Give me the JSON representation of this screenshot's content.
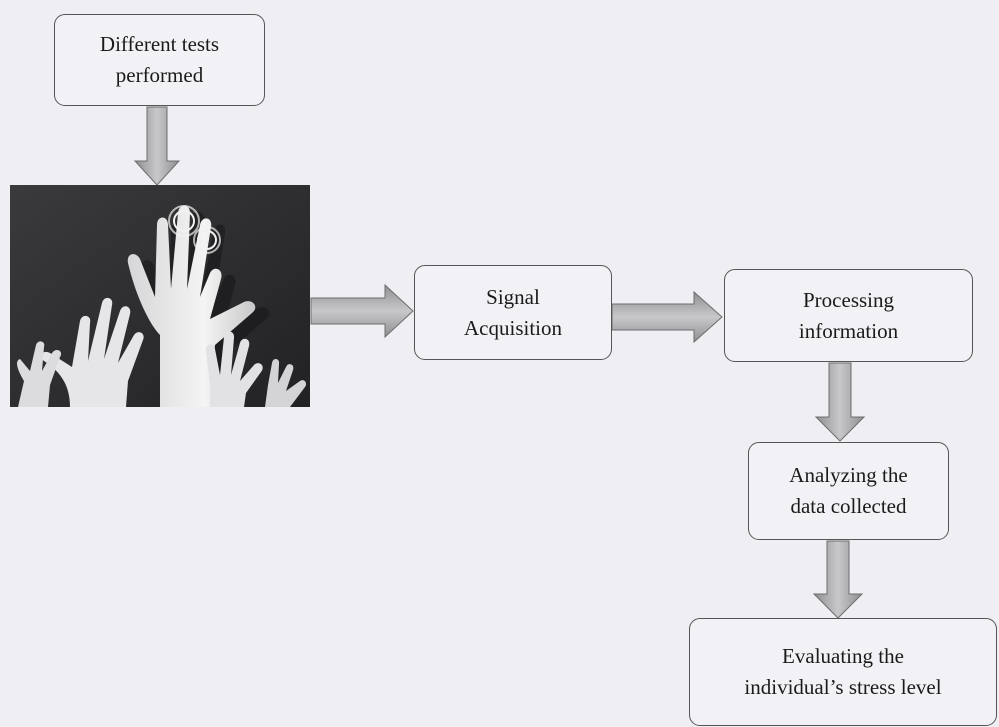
{
  "nodes": {
    "tests": {
      "lines": "Different tests\nperformed"
    },
    "signal": {
      "lines": "Signal\nAcquisition"
    },
    "processing": {
      "lines": "Processing\ninformation"
    },
    "analyzing": {
      "lines": "Analyzing the\ndata collected"
    },
    "evaluating": {
      "lines": "Evaluating the\nindividual’s stress level"
    }
  },
  "image": {
    "subject": "hands-with-fingerprint-touch",
    "colors": {
      "background": "#2b2b2d",
      "hands": "#ececec",
      "hand_shadow": "#b9b9bc"
    }
  },
  "arrow_color": "#a9a9ab",
  "arrow_stroke": "#6d6d70"
}
